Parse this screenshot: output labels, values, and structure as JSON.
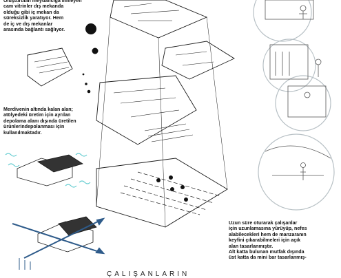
{
  "annotations": {
    "top_text": "Oluşturulan meydancığa inmeyen\ncam vitrinler dış mekanda\nolduğu gibi iç mekan da\nsüreksizlik yaratıyor. Hem\nde iç ve dış mekanlar\narasında bağlantı sağlıyor.",
    "stairs_text": "Merdivenin altında  kalan alan;\natölyedeki üretim için ayrılan\ndepolama alanı dışında üretilen\nürünlerindepolanması için\nkullanılmaktadır.",
    "rest_text": "Uzun süre oturarak çalışanlar\niçin uzunlamasına yürüyüp, nefes\nalabilecekleri hem de manzaranın\nkeyfini çıkarabilmeleri için açık\nalan tasarlanmıştır.\nAlt katta bulunan mutfak dışında\nüst katta da mini bar tasarlanmış-",
    "bottom_title": "ÇALIŞANLARIN"
  },
  "colors": {
    "line": "#1a1a1a",
    "dot": "#111111",
    "sketch": "#7a7a7a",
    "swirl": "#9aa6ad",
    "wind": "#6ccfd3",
    "arrow": "#2e5b8a"
  },
  "icons": {
    "dots": "thought-dots-icon",
    "wind": "wind-lines-icon",
    "arrow": "circulation-arrow-icon"
  }
}
